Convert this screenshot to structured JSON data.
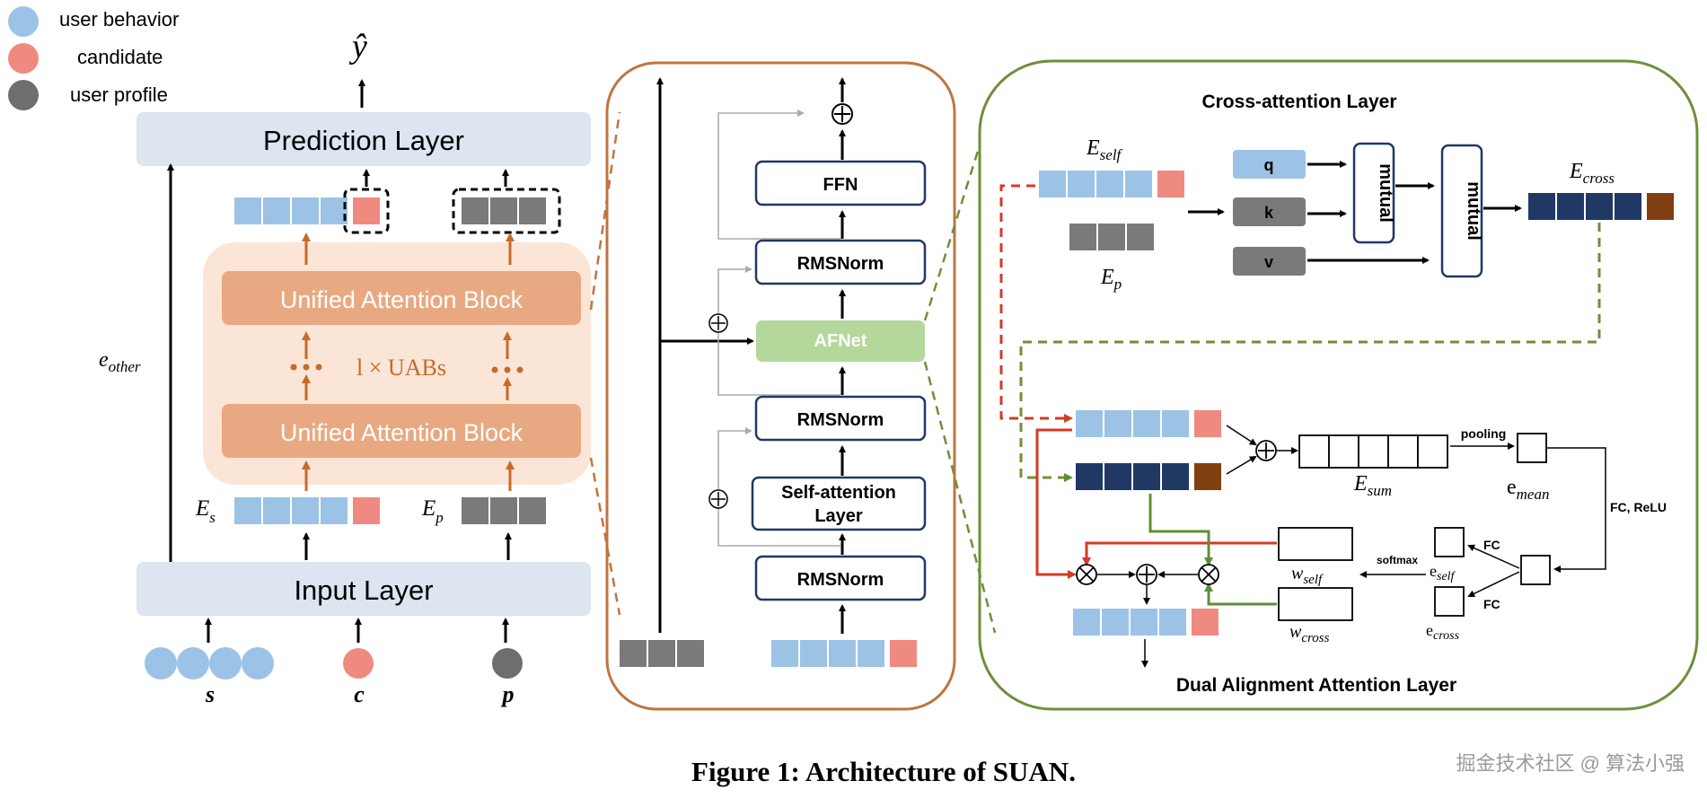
{
  "legend": [
    {
      "label": "user behavior",
      "color": "#9cc3e5"
    },
    {
      "label": "candidate",
      "color": "#ef8a80"
    },
    {
      "label": "user profile",
      "color": "#6e6e6e"
    }
  ],
  "colors": {
    "behavior": "#9cc3e5",
    "candidate": "#ef8a80",
    "profile": "#7a7a7a",
    "layer_bg": "#dde5f1",
    "uab_fill": "#e8a982",
    "uab_bg": "#fbe5d6",
    "orange": "#c46b2b",
    "brown_border": "#c0743f",
    "green_border": "#6f8f3a",
    "afnet": "#b4d89b",
    "navy": "#1f3864",
    "brown_cell": "#7f3f10",
    "red": "#d53a25",
    "green": "#5f8f35"
  },
  "left": {
    "output": "ŷ",
    "prediction_layer": "Prediction Layer",
    "input_layer": "Input Layer",
    "uab_label": "Unified Attention Block",
    "uab_repeat": "l × UABs",
    "e_other": "e",
    "e_other_sub": "other",
    "es": "E",
    "es_sub": "s",
    "ep": "E",
    "ep_sub": "p",
    "inputs": [
      "s",
      "c",
      "p"
    ]
  },
  "middle": {
    "ffn": "FFN",
    "rmsnorm_top": "RMSNorm",
    "afnet": "AFNet",
    "rmsnorm_mid": "RMSNorm",
    "self_attention_line1": "Self-attention",
    "self_attention_line2": "Layer",
    "rmsnorm_bottom": "RMSNorm"
  },
  "right": {
    "cross_title": "Cross-attention Layer",
    "e_self": "E",
    "e_self_sub": "self",
    "e_p": "E",
    "e_p_sub": "p",
    "q": "q",
    "k": "k",
    "v": "v",
    "mutual_1": "mutual",
    "mutual_2": "mutual",
    "e_cross": "E",
    "e_cross_sub": "cross",
    "e_sum": "E",
    "e_sum_sub": "sum",
    "pooling": "pooling",
    "e_mean": "e",
    "e_mean_sub": "mean",
    "fc_relu": "FC, ReLU",
    "fc_1": "FC",
    "fc_2": "FC",
    "softmax": "softmax",
    "w_self": "w",
    "w_self_sub": "self",
    "w_cross": "w",
    "w_cross_sub": "cross",
    "e_self_small": "e",
    "e_self_small_sub": "self",
    "e_cross_small": "e",
    "e_cross_small_sub": "cross",
    "dual_title": "Dual Alignment Attention Layer"
  },
  "caption": "Figure 1: Architecture of SUAN.",
  "watermark": "掘金技术社区 @ 算法小强"
}
